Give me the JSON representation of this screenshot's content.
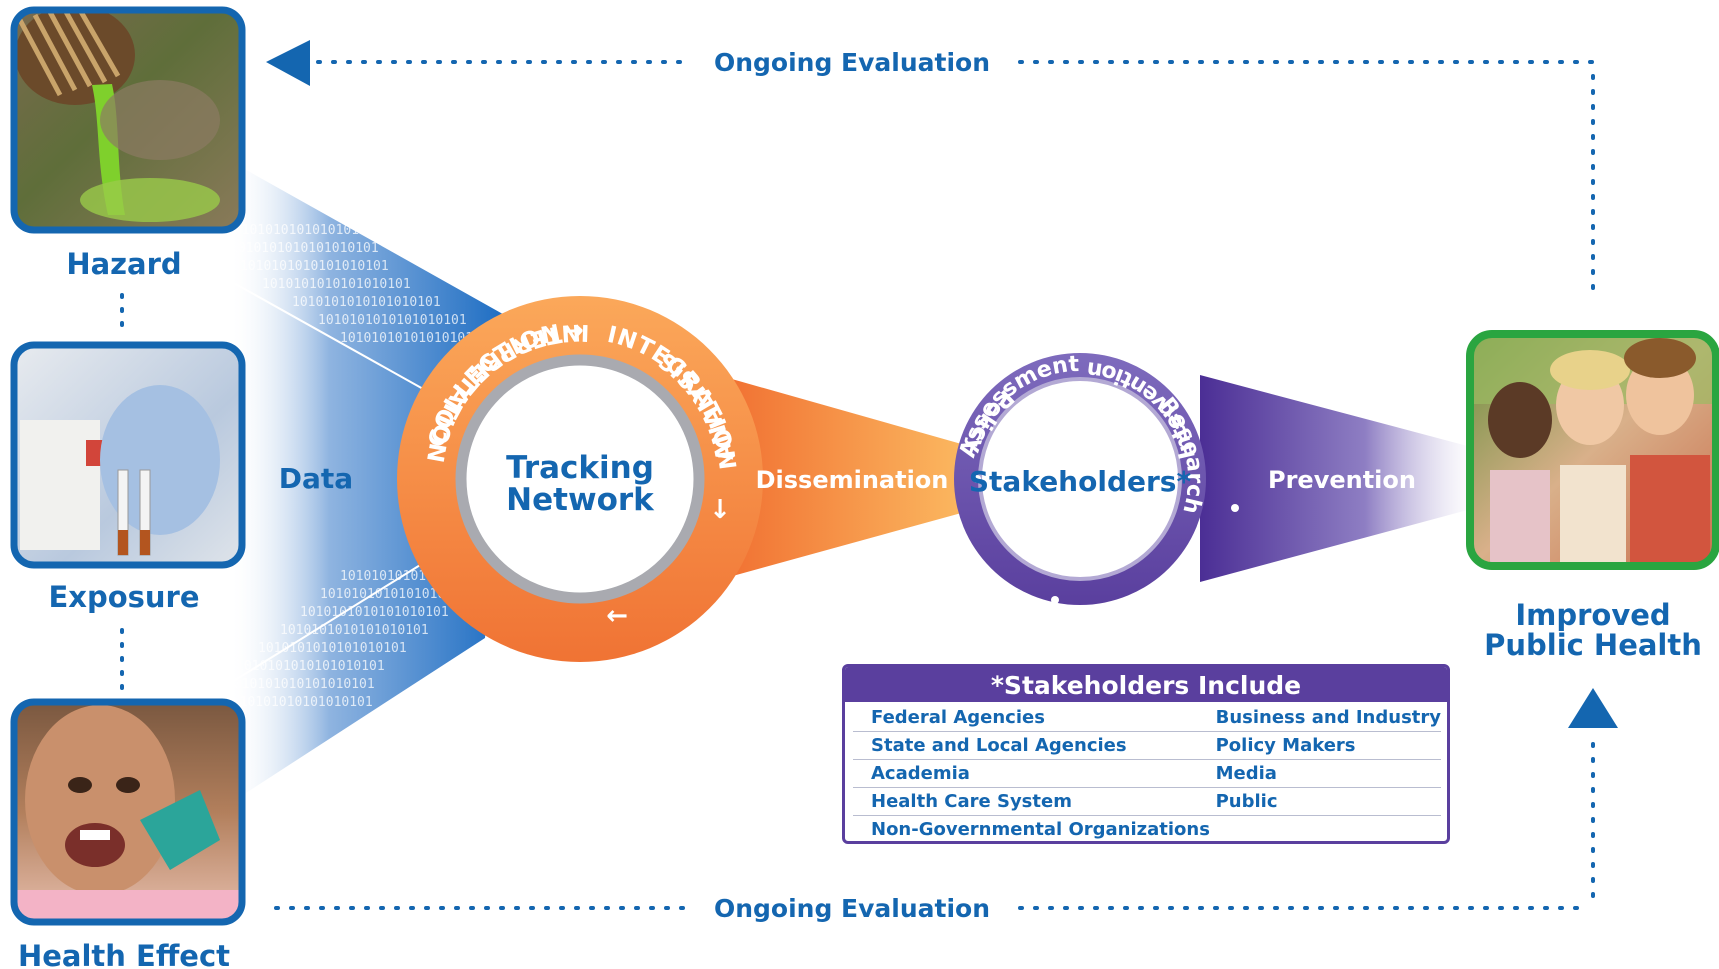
{
  "left_steps": [
    "Hazard",
    "Exposure",
    "Health Effect"
  ],
  "flow": {
    "data": "Data",
    "dissemination": "Dissemination",
    "prevention": "Prevention",
    "evaluation_top": "Ongoing Evaluation",
    "evaluation_bottom": "Ongoing Evaluation"
  },
  "tracking_ring": {
    "center_line1": "Tracking",
    "center_line2": "Network",
    "collection": "COLLECTION",
    "integration": "INTEGRATION",
    "analysis": "ANALYSIS",
    "interpretation": "INTERPRETATION"
  },
  "stakeholder_ring": {
    "center": "Stakeholders*",
    "assessment": "Assessment",
    "research": "Research",
    "intervention": "Intervention",
    "policy": "Policy"
  },
  "outcome": {
    "line1": "Improved",
    "line2": "Public Health"
  },
  "binary_text": "1010101010101010101",
  "stakeholders_box": {
    "title": "*Stakeholders Include",
    "rows": [
      [
        "Federal Agencies",
        "Business and Industry"
      ],
      [
        "State and Local Agencies",
        "Policy Makers"
      ],
      [
        "Academia",
        "Media"
      ],
      [
        "Health Care System",
        "Public"
      ],
      [
        "Non-Governmental Organizations",
        ""
      ]
    ]
  },
  "colors": {
    "blue": "#1466b0",
    "orange": "#f47b3a",
    "orange_light": "#f9a45d",
    "purple": "#5a3f9e",
    "green": "#2aa540"
  }
}
